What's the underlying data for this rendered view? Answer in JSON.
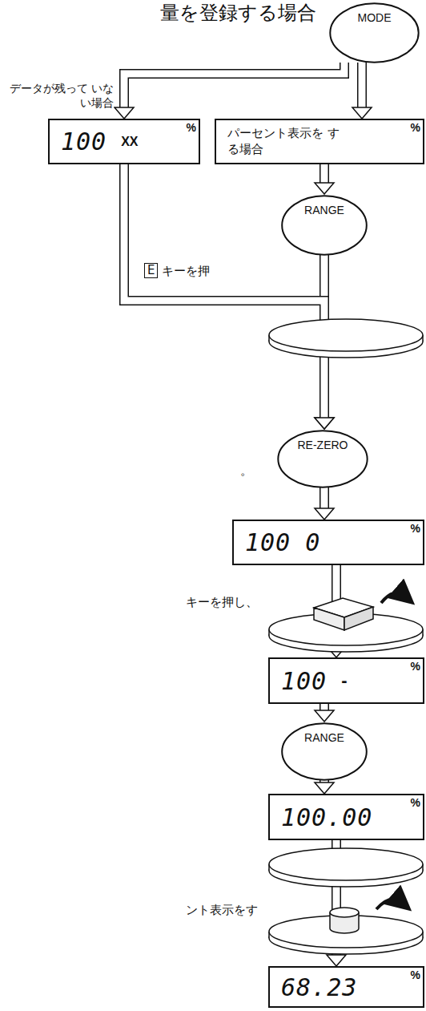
{
  "diagram": {
    "title": "量を登録する場合",
    "nodes": [
      {
        "text": [
          "MODE"
        ]
      },
      {
        "text": [
          "100",
          "XX",
          "%"
        ]
      },
      {
        "text": [
          "パーセント表示を する場合",
          "%"
        ]
      },
      {
        "text": [
          "RANGE"
        ]
      },
      {
        "text": [
          "RE-ZERO"
        ]
      },
      {
        "text": [
          "100",
          "0",
          "%"
        ]
      },
      {
        "text": [
          "100",
          "-",
          "%"
        ]
      },
      {
        "text": [
          "RANGE"
        ]
      },
      {
        "text": [
          "100.00",
          "%"
        ]
      },
      {
        "text": [
          "68.23",
          "%"
        ]
      }
    ],
    "edges": [
      {
        "from": 0,
        "to": 1,
        "arrow": "to",
        "label": "データが残って いない場合"
      },
      {
        "from": 0,
        "to": 2,
        "arrow": "to"
      },
      {
        "from": 2,
        "to": 3,
        "arrow": "to"
      },
      {
        "from": 3,
        "to": 4,
        "arrow": "to"
      },
      {
        "from": 1,
        "to": 4,
        "arrow": "to"
      },
      {
        "from": 4,
        "to": 5,
        "arrow": "to"
      },
      {
        "from": 5,
        "to": 6,
        "arrow": "to"
      },
      {
        "from": 6,
        "to": 7,
        "arrow": "to"
      },
      {
        "from": 7,
        "to": 8,
        "arrow": "to"
      },
      {
        "from": 8,
        "to": 9,
        "arrow": "to"
      }
    ],
    "labels": [
      "E",
      "キーを押",
      "。",
      "キーを押し、",
      "ント表示をす"
    ]
  }
}
